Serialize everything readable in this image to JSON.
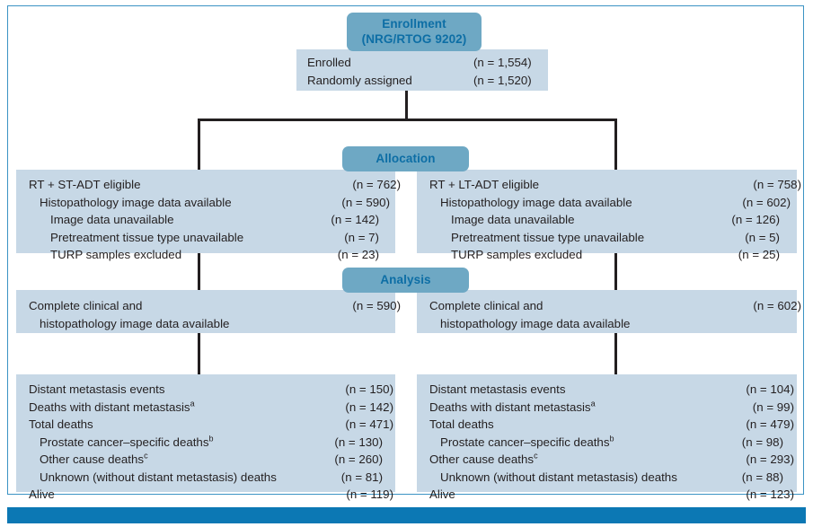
{
  "figure": {
    "title": "CONSORT-style participant flow diagram",
    "colors": {
      "pill_fill": "#6ea8c4",
      "pill_text": "#0d6ea5",
      "box_fill": "#c7d8e6",
      "line": "#231f20",
      "frame_border": "#3b93c4",
      "bottom_bar": "#0c78b4",
      "body_text": "#231f20"
    }
  },
  "stages": {
    "enrollment": {
      "line1": "Enrollment",
      "line2": "(NRG/RTOG 9202)"
    },
    "allocation": {
      "label": "Allocation"
    },
    "analysis": {
      "label": "Analysis"
    }
  },
  "enrollment_box": {
    "rows": [
      {
        "label": "Enrolled",
        "n": "(n = 1,554)",
        "indent": 0
      },
      {
        "label": "Randomly assigned",
        "n": "(n = 1,520)",
        "indent": 0
      }
    ]
  },
  "allocation": {
    "left": {
      "rows": [
        {
          "label": "RT + ST-ADT eligible",
          "n": "(n = 762)",
          "indent": 0
        },
        {
          "label": "Histopathology image data available",
          "n": "(n = 590)",
          "indent": 1
        },
        {
          "label": "Image data unavailable",
          "n": "(n = 142)",
          "indent": 2
        },
        {
          "label": "Pretreatment tissue type unavailable",
          "n": "(n = 7)",
          "indent": 2
        },
        {
          "label": "TURP samples excluded",
          "n": "(n = 23)",
          "indent": 2
        }
      ]
    },
    "right": {
      "rows": [
        {
          "label": "RT + LT-ADT eligible",
          "n": "(n = 758)",
          "indent": 0
        },
        {
          "label": "Histopathology image data available",
          "n": "(n = 602)",
          "indent": 1
        },
        {
          "label": "Image data unavailable",
          "n": "(n = 126)",
          "indent": 2
        },
        {
          "label": "Pretreatment tissue type unavailable",
          "n": "(n = 5)",
          "indent": 2
        },
        {
          "label": "TURP samples excluded",
          "n": "(n = 25)",
          "indent": 2
        }
      ]
    }
  },
  "analysis": {
    "left": {
      "rows": [
        {
          "label": "Complete clinical and",
          "n": "(n = 590)",
          "indent": 0
        },
        {
          "label": "histopathology image data available",
          "n": "",
          "indent": 1
        }
      ]
    },
    "right": {
      "rows": [
        {
          "label": "Complete clinical and",
          "n": "(n = 602)",
          "indent": 0
        },
        {
          "label": "histopathology image data available",
          "n": "",
          "indent": 1
        }
      ]
    }
  },
  "outcomes": {
    "left": {
      "rows": [
        {
          "label": "Distant metastasis events",
          "sup": "",
          "n": "(n = 150)",
          "indent": 0
        },
        {
          "label": "Deaths with distant metastasis",
          "sup": "a",
          "n": "(n = 142)",
          "indent": 0
        },
        {
          "label": "Total deaths",
          "sup": "",
          "n": "(n = 471)",
          "indent": 0
        },
        {
          "label": "Prostate cancer–specific deaths",
          "sup": "b",
          "n": "(n = 130)",
          "indent": 1
        },
        {
          "label": "Other cause deaths",
          "sup": "c",
          "n": "(n = 260)",
          "indent": 1
        },
        {
          "label": "Unknown (without distant metastasis) deaths",
          "sup": "",
          "n": "(n = 81)",
          "indent": 1
        },
        {
          "label": "Alive",
          "sup": "",
          "n": "(n = 119)",
          "indent": 0
        }
      ]
    },
    "right": {
      "rows": [
        {
          "label": "Distant metastasis events",
          "sup": "",
          "n": "(n = 104)",
          "indent": 0
        },
        {
          "label": "Deaths with distant metastasis",
          "sup": "a",
          "n": "(n = 99)",
          "indent": 0
        },
        {
          "label": "Total deaths",
          "sup": "",
          "n": "(n = 479)",
          "indent": 0
        },
        {
          "label": "Prostate cancer–specific deaths",
          "sup": "b",
          "n": "(n = 98)",
          "indent": 1
        },
        {
          "label": "Other cause deaths",
          "sup": "c",
          "n": "(n = 293)",
          "indent": 0
        },
        {
          "label": "Unknown (without distant metastasis) deaths",
          "sup": "",
          "n": "(n = 88)",
          "indent": 1
        },
        {
          "label": "Alive",
          "sup": "",
          "n": "(n = 123)",
          "indent": 0
        }
      ]
    }
  }
}
